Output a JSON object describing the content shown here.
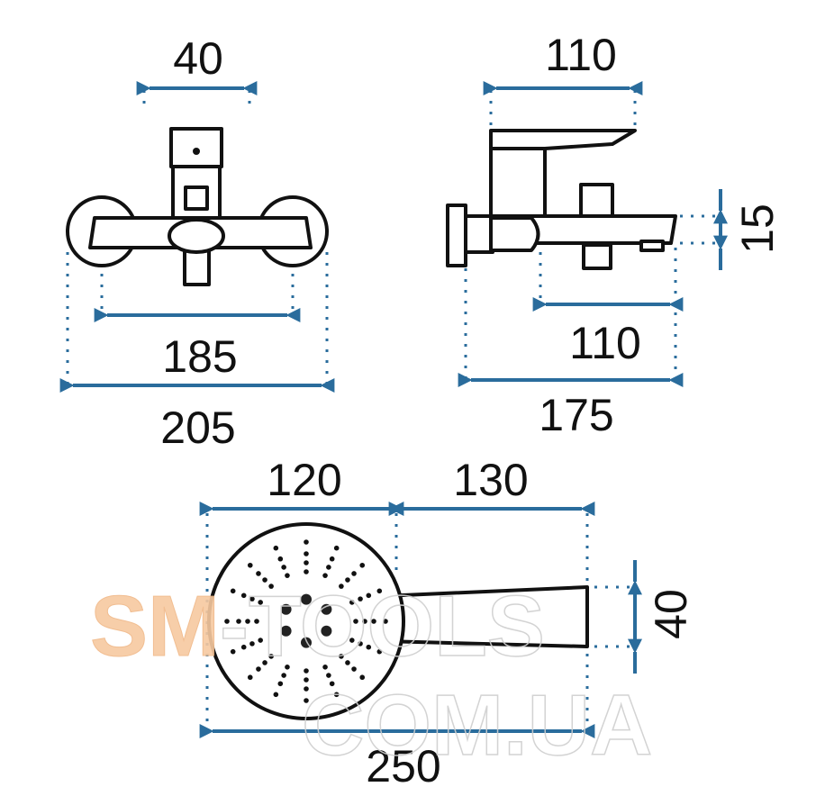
{
  "watermark": {
    "line1_colored": "SM",
    "line1_rest": "-TOOLS",
    "line2": "COM.UA",
    "accent": "#f7c9a0"
  },
  "front_view": {
    "handle_width": "40",
    "inner_span": "185",
    "outer_span": "205"
  },
  "side_view": {
    "lever_length": "110",
    "height": "15",
    "spout_length": "110",
    "total_depth": "175"
  },
  "hand_shower": {
    "head_diameter": "120",
    "handle_length": "130",
    "handle_width": "40",
    "total_length": "250"
  },
  "colors": {
    "dimension": "#2a6c9c",
    "outline": "#111111"
  }
}
